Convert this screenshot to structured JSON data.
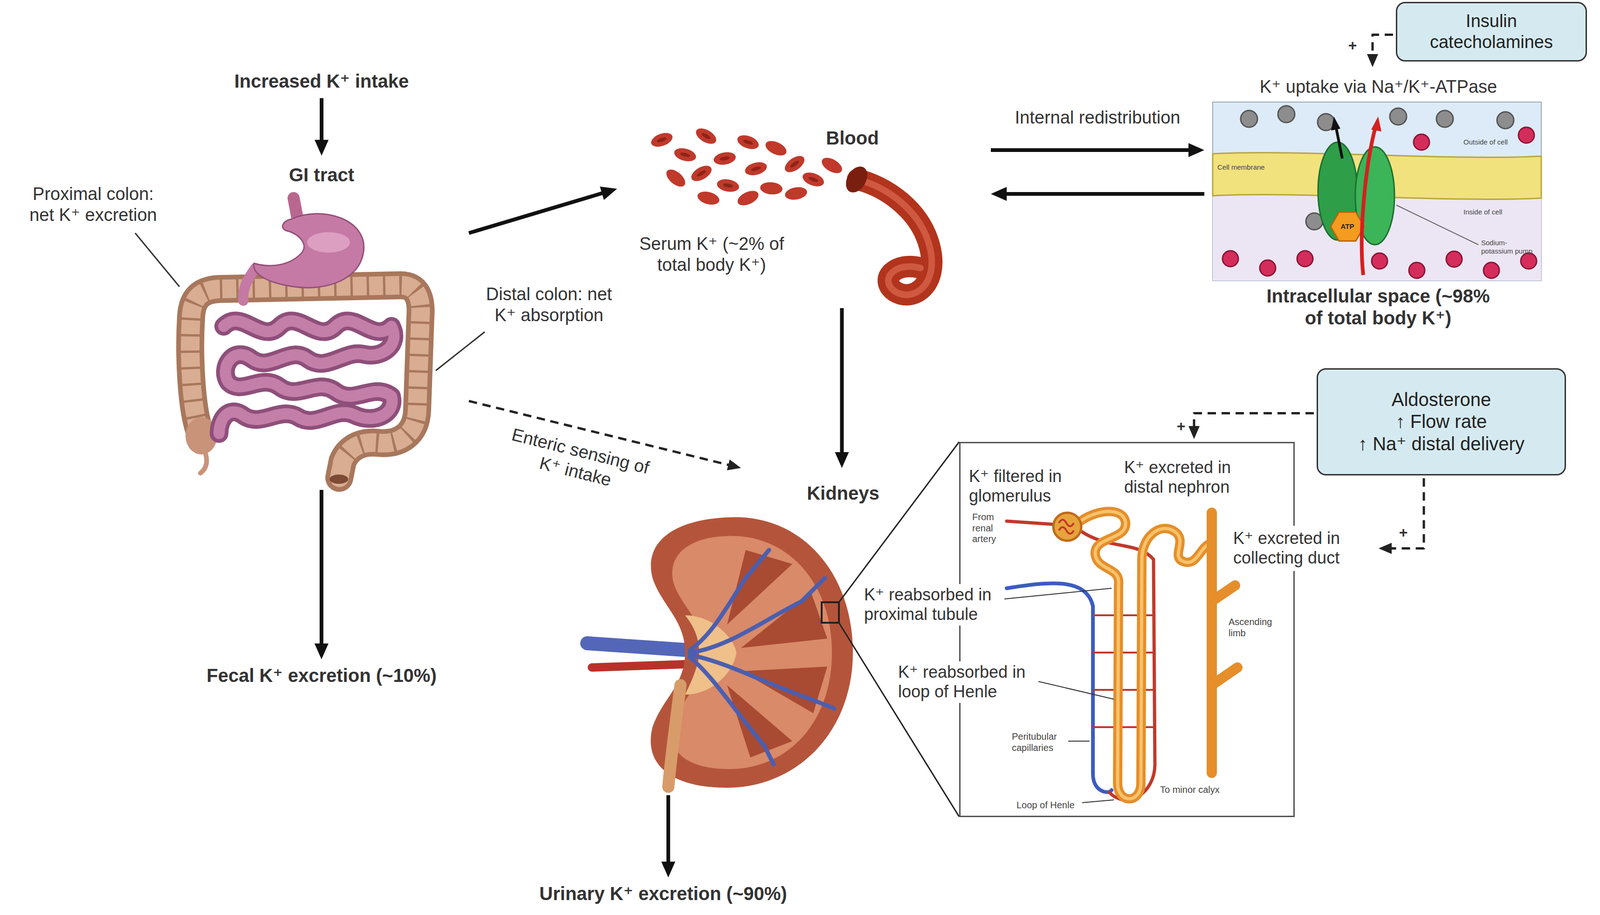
{
  "diagram": {
    "nodes": [
      {
        "text": [
          "Increased K⁺ intake"
        ]
      },
      {
        "text": [
          "GI tract"
        ]
      },
      {
        "text": [
          "Blood",
          "Serum K⁺ (~2% of total body K⁺)"
        ]
      },
      {
        "text": [
          "Insulin catecholamines"
        ]
      },
      {
        "text": [
          "K⁺ uptake via Na⁺/K⁺-ATPase",
          "Intracellular space (~98% of total body K⁺)"
        ]
      },
      {
        "text": [
          "Kidneys"
        ]
      },
      {
        "text": [
          "Aldosterone",
          "↑ Flow rate",
          "↑ Na⁺ distal delivery"
        ]
      },
      {
        "text": [
          "K⁺ filtered in glomerulus",
          "K⁺ excreted in distal nephron",
          "From renal artery",
          "Ascending limb",
          "Peritubular capillaries",
          "Loop of Henle",
          "To minor calyx"
        ]
      },
      {
        "text": [
          "K⁺ excreted in collecting duct"
        ]
      },
      {
        "text": [
          "Fecal K⁺ excretion (~10%)"
        ]
      },
      {
        "text": [
          "Urinary K⁺ excretion (~90%)"
        ]
      }
    ],
    "edges": [
      {
        "from": 0,
        "to": 1,
        "arrow": "to"
      },
      {
        "from": 1,
        "to": 2,
        "arrow": "to"
      },
      {
        "from": 2,
        "to": 4,
        "arrow": "to",
        "label": "Internal redistribution"
      },
      {
        "from": 4,
        "to": 2,
        "arrow": "to"
      },
      {
        "from": 3,
        "to": 4,
        "arrow": "to",
        "label": "+"
      },
      {
        "from": 2,
        "to": 5,
        "arrow": "to"
      },
      {
        "from": 1,
        "to": 5,
        "arrow": "to",
        "label": "Enteric sensing of K⁺ intake"
      },
      {
        "from": 6,
        "to": 7,
        "arrow": "to",
        "label": "+"
      },
      {
        "from": 6,
        "to": 8,
        "arrow": "to",
        "label": "+"
      },
      {
        "from": 1,
        "to": 9,
        "arrow": "to"
      },
      {
        "from": 5,
        "to": 10,
        "arrow": "to"
      }
    ],
    "labels": [
      "Proximal colon: net K⁺ excretion",
      "Distal colon: net K⁺ absorption",
      "Cell membrane",
      "Outside of cell",
      "Inside of cell",
      "ATP",
      "Sodium-potassium pump",
      "K⁺ reabsorbed in proximal tubule",
      "K⁺ reabsorbed in loop of Henle"
    ]
  }
}
